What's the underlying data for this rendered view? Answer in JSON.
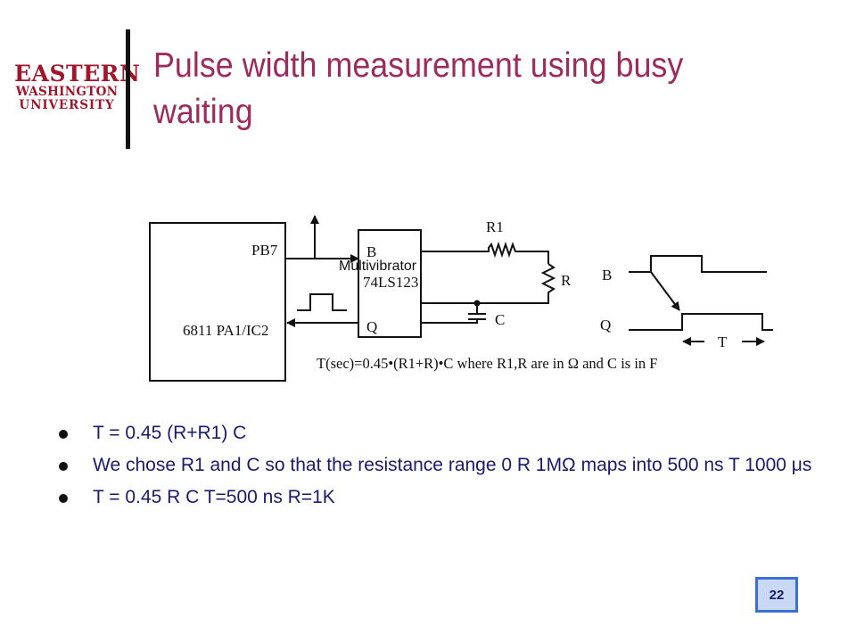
{
  "logo": {
    "line1": "EASTERN",
    "line2": "WASHINGTON",
    "line3": "UNIVERSITY"
  },
  "slide": {
    "title": "Pulse width measurement using busy waiting",
    "page_number": "22"
  },
  "diagram": {
    "overlay_label": "Multivibrator",
    "labels": {
      "pb7": "PB7",
      "mcu": "6811 PA1/IC2",
      "b_in": "B",
      "chip": "74LS123",
      "q_out": "Q",
      "r1": "R1",
      "r": "R",
      "c": "C",
      "wave_b": "B",
      "wave_q": "Q",
      "t": "T",
      "formula": "T(sec)=0.45•(R1+R)•C where R1,R are in Ω and C is in F"
    }
  },
  "bullets": [
    "T = 0.45  (R+R1)  C",
    "We chose R1 and C so that the resistance range 0  R  1MΩ maps into 500 ns  T  1000 μs",
    "T = 0.45  R  C   T=500 ns   R=1K"
  ]
}
